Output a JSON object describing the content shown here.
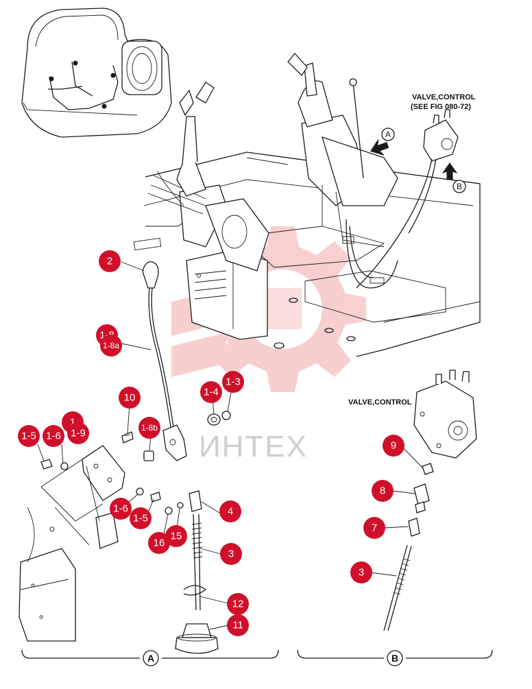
{
  "labels": {
    "valve_ref_line1": "VALVE,CONTROL",
    "valve_ref_line2": "(SEE FIG 080-72)",
    "valve_detail": "VALVE,CONTROL",
    "watermark": "ИНТЕХ"
  },
  "sections": {
    "a": "A",
    "b": "B"
  },
  "arrows": {
    "a": "A",
    "b": "B"
  },
  "callouts": [
    {
      "id": "2",
      "label": "2"
    },
    {
      "id": "1-8",
      "label": "1-8"
    },
    {
      "id": "1-8a",
      "label": "1-8a"
    },
    {
      "id": "10",
      "label": "10"
    },
    {
      "id": "1",
      "label": "1"
    },
    {
      "id": "1-9",
      "label": "1-9"
    },
    {
      "id": "1-8b",
      "label": "1-8b"
    },
    {
      "id": "1-5a",
      "label": "1-5"
    },
    {
      "id": "1-6a",
      "label": "1-6"
    },
    {
      "id": "1-4",
      "label": "1-4"
    },
    {
      "id": "1-3",
      "label": "1-3"
    },
    {
      "id": "4",
      "label": "4"
    },
    {
      "id": "1-6b",
      "label": "1-6"
    },
    {
      "id": "1-5b",
      "label": "1-5"
    },
    {
      "id": "16",
      "label": "16"
    },
    {
      "id": "15",
      "label": "15"
    },
    {
      "id": "3a",
      "label": "3"
    },
    {
      "id": "12",
      "label": "12"
    },
    {
      "id": "11",
      "label": "11"
    },
    {
      "id": "9",
      "label": "9"
    },
    {
      "id": "8",
      "label": "8"
    },
    {
      "id": "7",
      "label": "7"
    },
    {
      "id": "3b",
      "label": "3"
    }
  ],
  "colors": {
    "callout": "#d0102a",
    "watermark_logo": "#f2a9a9",
    "line": "#1a1a1a"
  }
}
